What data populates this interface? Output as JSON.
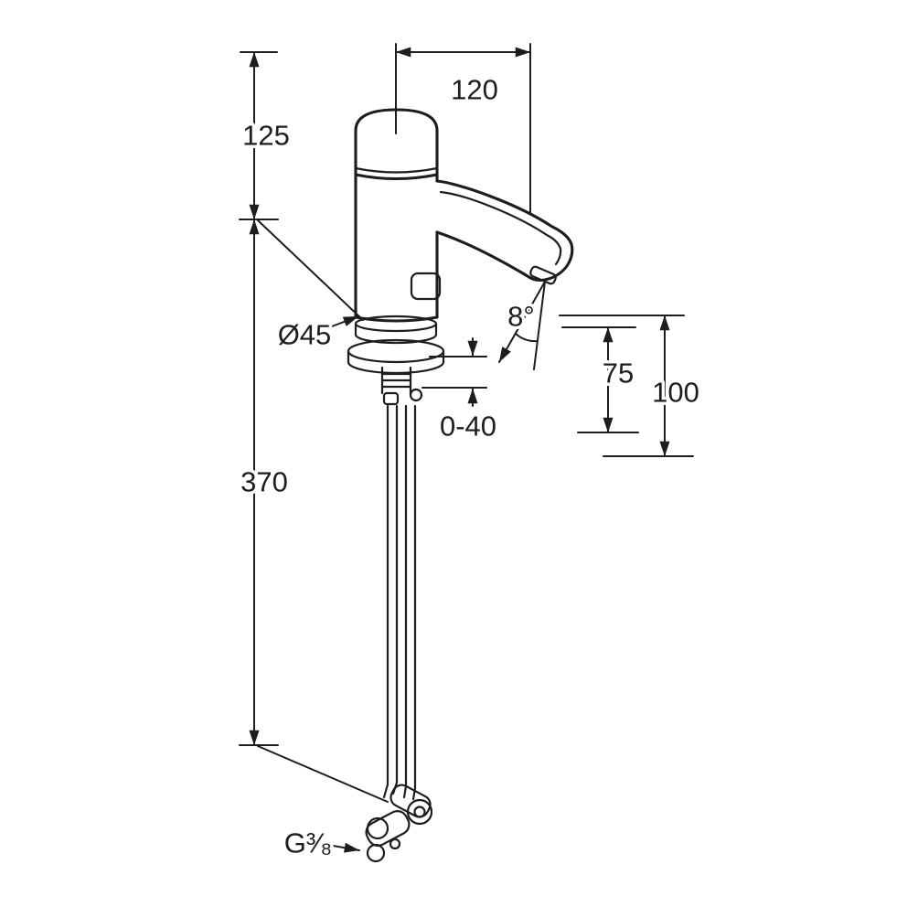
{
  "colors": {
    "line": "#1d1d1b",
    "background": "#ffffff"
  },
  "dimensions": {
    "height_top": "125",
    "reach": "120",
    "base_diameter": "Ø45",
    "spray_angle": "8°",
    "outlet_height": "75",
    "spout_height": "100",
    "deck_thickness_range": "0-40",
    "hose_length": "370",
    "thread_size": "G³⁄₈"
  }
}
